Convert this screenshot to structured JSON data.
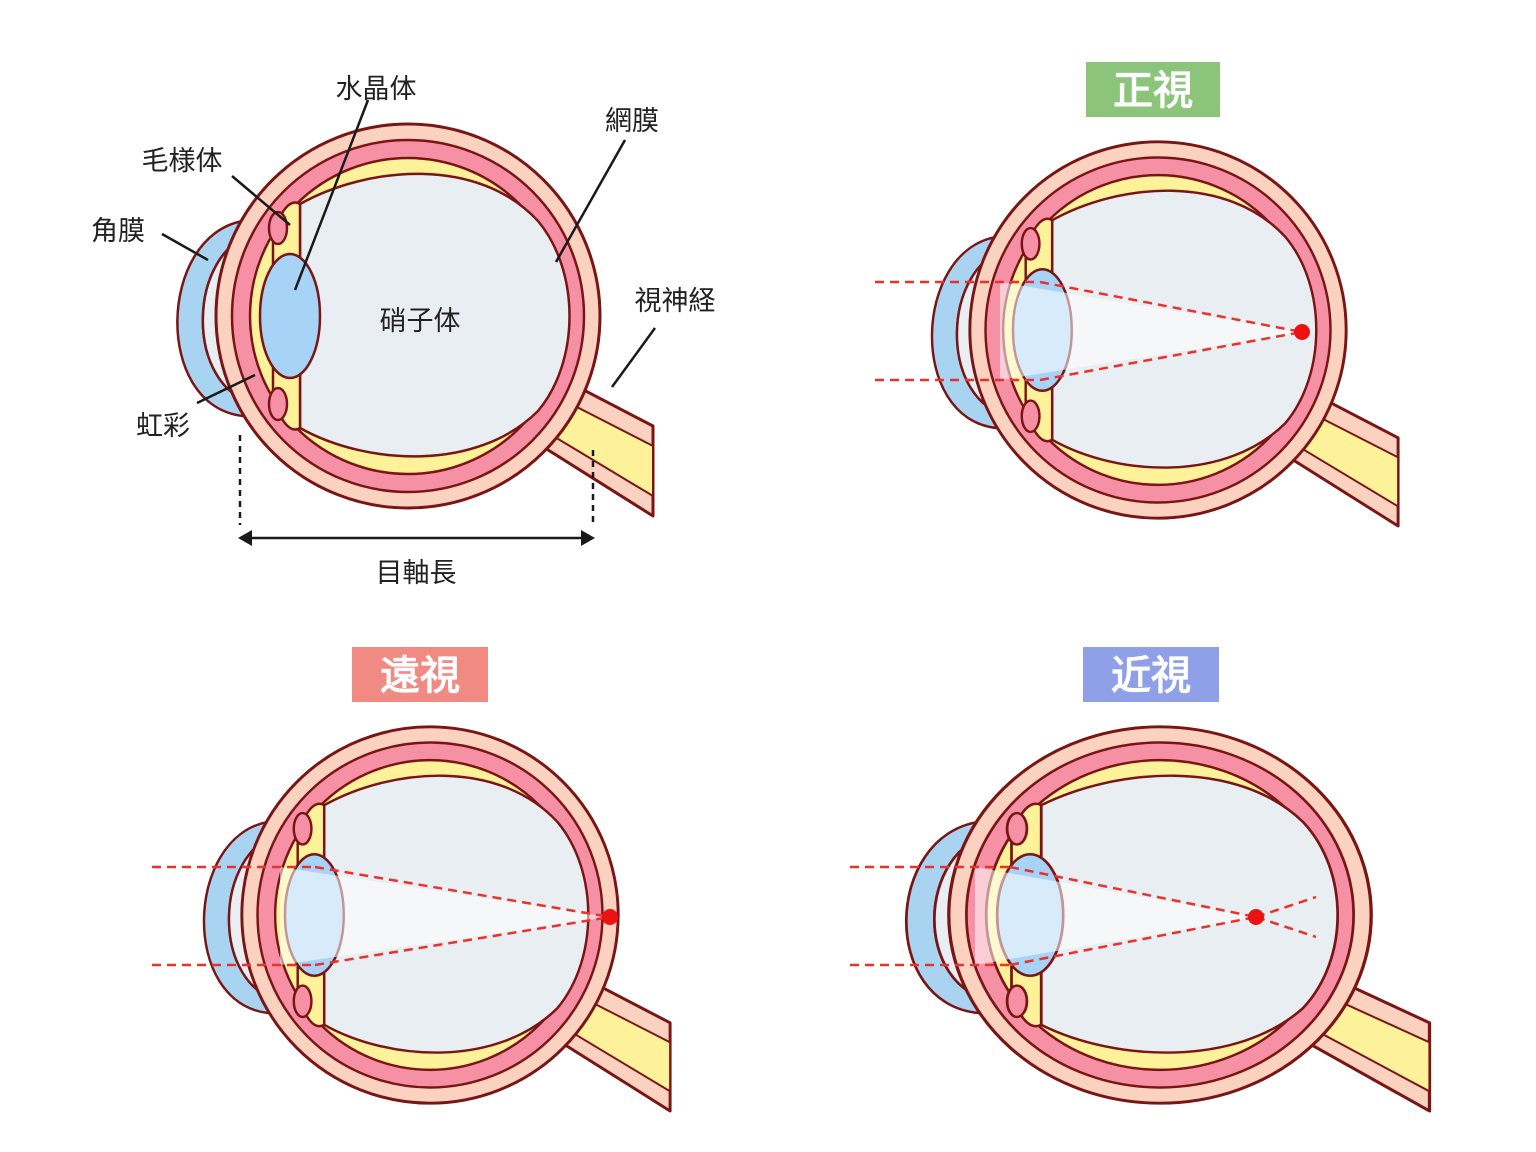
{
  "labels": {
    "lens": "水晶体",
    "ciliary": "毛様体",
    "cornea": "角膜",
    "iris": "虹彩",
    "retina": "網膜",
    "vitreous": "硝子体",
    "optic_nerve": "視神経",
    "axial_length": "目軸長"
  },
  "panels": {
    "normal": "正視",
    "hyperopia": "遠視",
    "myopia": "近視"
  },
  "colors": {
    "sclera": "#fbd1bf",
    "choroid": "#f590a5",
    "retina": "#fdf19a",
    "vitreous": "#e8eef1",
    "cornea": "#a8d4f2",
    "lens": "#a6d3f6",
    "outline": "#7a1515",
    "ray": "#e8322e",
    "badge_normal": "#8cc47b",
    "badge_hyperopia": "#f28a84",
    "badge_myopia": "#8fa0e8"
  }
}
